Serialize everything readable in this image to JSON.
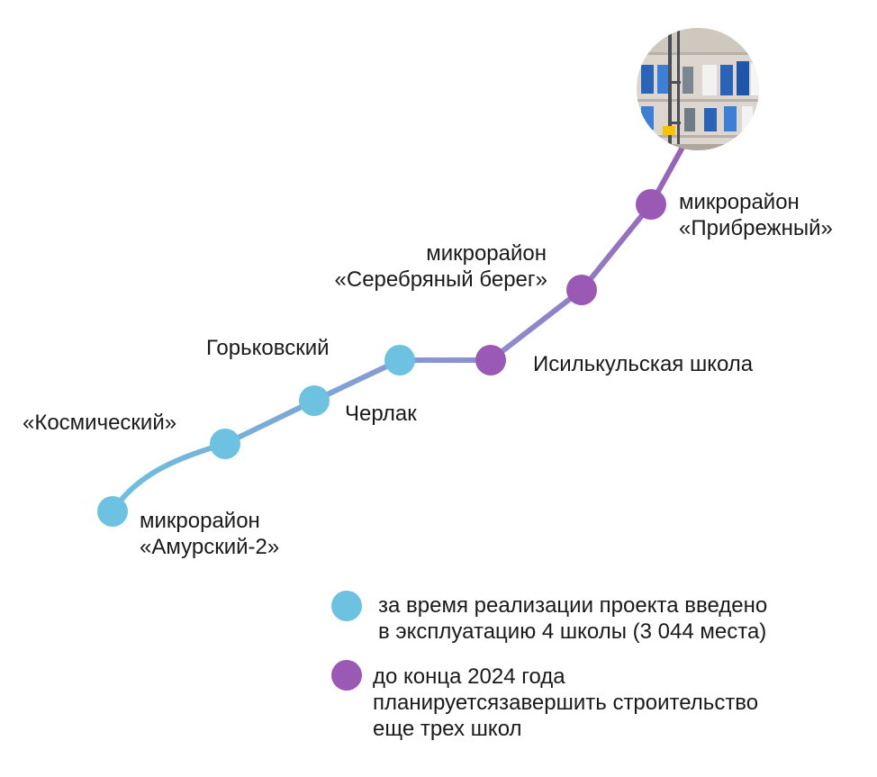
{
  "colors": {
    "completed": "#6cc2e0",
    "planned": "#9b59b6",
    "line_start": "#6cc2e0",
    "line_end": "#9b6ac4"
  },
  "stops": [
    {
      "id": "amursky",
      "label_line1": "микрорайон",
      "label_line2": "«Амурский-2»",
      "status": "completed"
    },
    {
      "id": "kosmichesky",
      "label_line1": "«Космический»",
      "status": "completed"
    },
    {
      "id": "cherlak",
      "label_line1": "Черлак",
      "status": "completed"
    },
    {
      "id": "gorkovsky",
      "label_line1": "Горьковский",
      "status": "completed"
    },
    {
      "id": "isilkul",
      "label_line1": "Исилькульская школа",
      "status": "planned"
    },
    {
      "id": "serebryany",
      "label_line1": "микрорайон",
      "label_line2": "«Серебряный берег»",
      "status": "planned"
    },
    {
      "id": "pribrezhny",
      "label_line1": "микрорайон",
      "label_line2": "«Прибрежный»",
      "status": "planned"
    }
  ],
  "photo": {
    "icon": "school-building-photo"
  },
  "legend": [
    {
      "status": "completed",
      "text": "за время реализации проекта введено\nв эксплуатацию 4 школы  (3 044 места)"
    },
    {
      "status": "planned",
      "text": "до конца 2024 года\nпланируетсязавершить строительство\nеще трех школ"
    }
  ]
}
